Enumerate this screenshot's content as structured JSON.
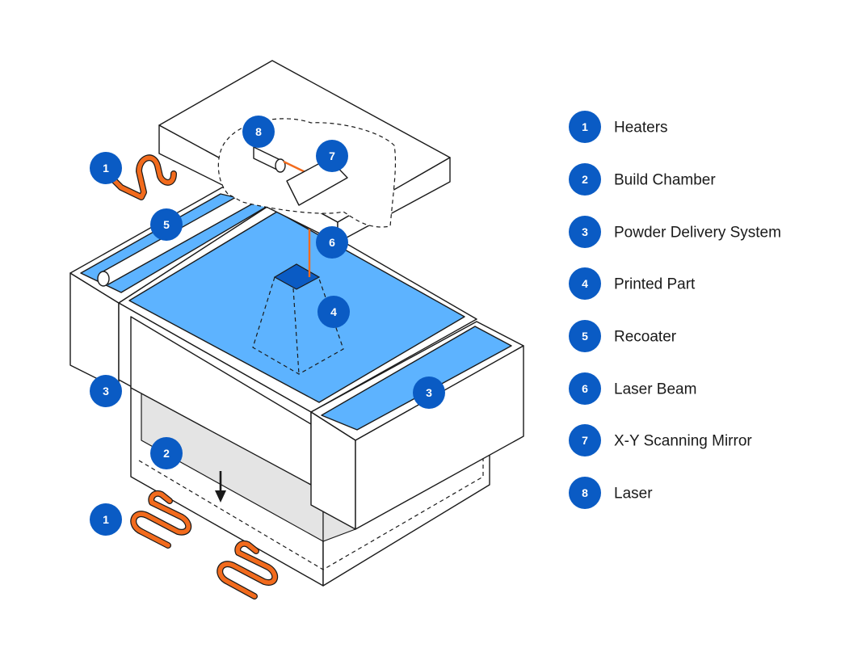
{
  "colors": {
    "badge": "#0a5bc4",
    "powder": "#5db3ff",
    "part": "#0a5bc4",
    "heater": "#f26b1d",
    "laser_beam": "#f26b1d",
    "chamber_fill": "#e4e4e4",
    "outline": "#1a1a1a"
  },
  "legend": [
    {
      "number": "1",
      "label": "Heaters"
    },
    {
      "number": "2",
      "label": "Build Chamber"
    },
    {
      "number": "3",
      "label": "Powder Delivery System"
    },
    {
      "number": "4",
      "label": "Printed Part"
    },
    {
      "number": "5",
      "label": "Recoater"
    },
    {
      "number": "6",
      "label": "Laser Beam"
    },
    {
      "number": "7",
      "label": "X-Y Scanning Mirror"
    },
    {
      "number": "8",
      "label": "Laser"
    }
  ],
  "callouts": {
    "heater_top": "1",
    "heater_bottom": "1",
    "build_chamber": "2",
    "powder_left": "3",
    "powder_right": "3",
    "printed_part": "4",
    "recoater": "5",
    "laser_beam": "6",
    "mirror": "7",
    "laser": "8"
  }
}
